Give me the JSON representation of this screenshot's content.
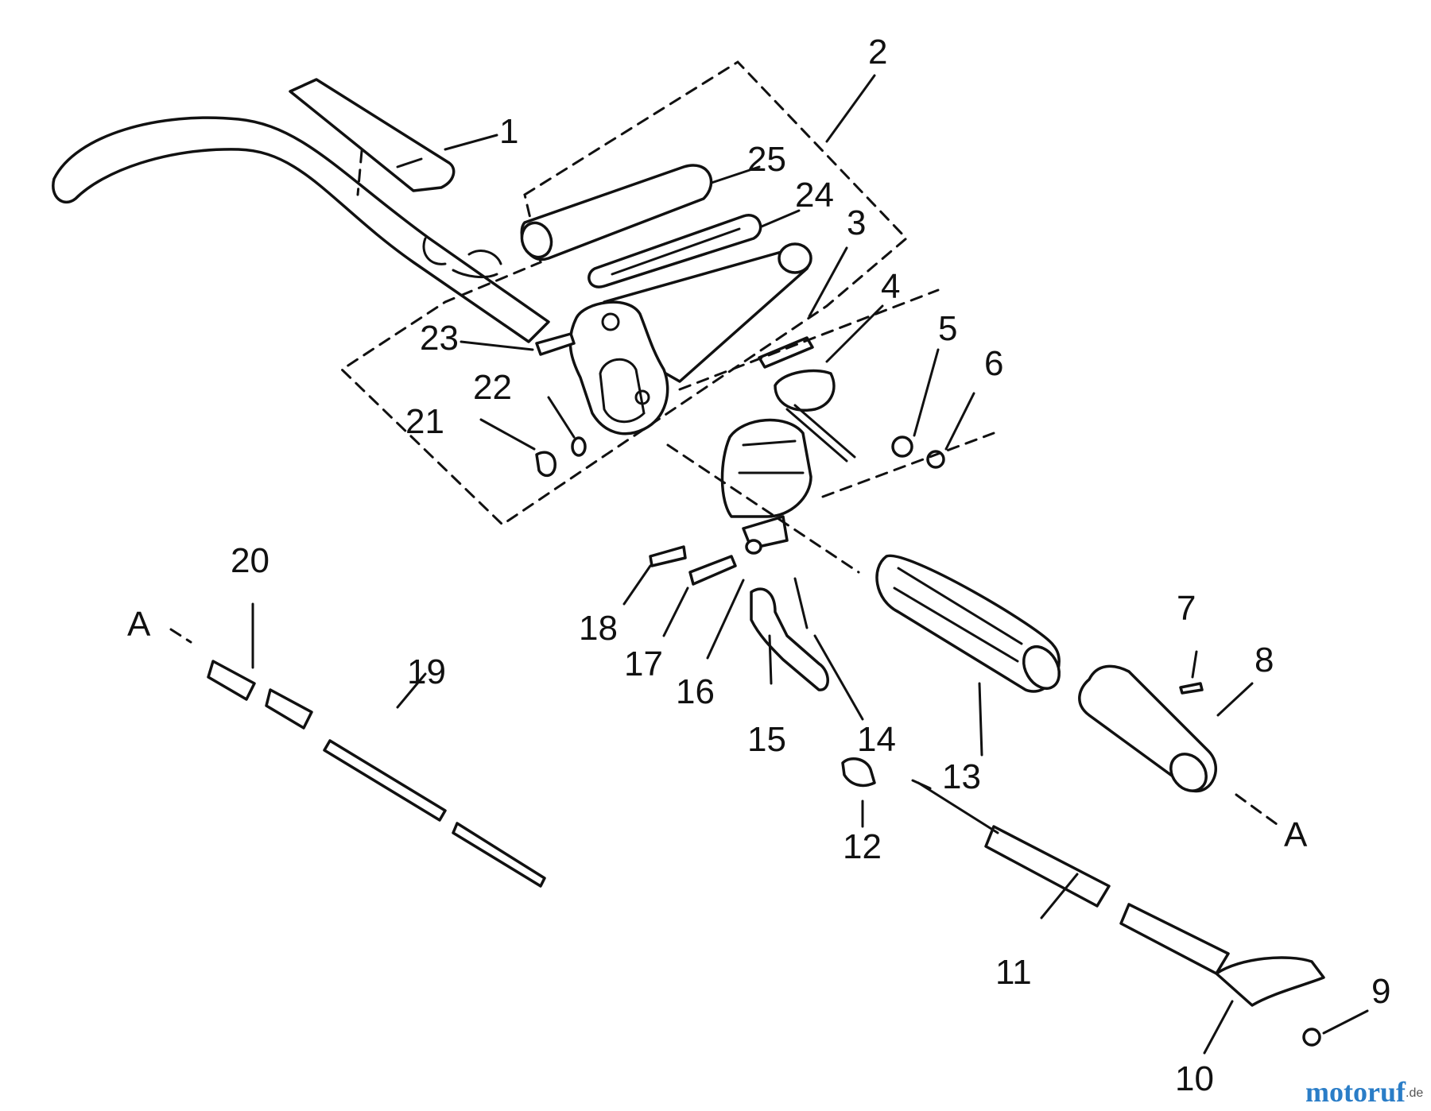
{
  "callouts": {
    "c1": "1",
    "c2": "2",
    "c3": "3",
    "c4": "4",
    "c5": "5",
    "c6": "6",
    "c7": "7",
    "c8": "8",
    "c9": "9",
    "c10": "10",
    "c11": "11",
    "c12": "12",
    "c13": "13",
    "c14": "14",
    "c15": "15",
    "c16": "16",
    "c17": "17",
    "c18": "18",
    "c19": "19",
    "c20": "20",
    "c21": "21",
    "c22": "22",
    "c23": "23",
    "c24": "24",
    "c25": "25"
  },
  "reference_marks": {
    "a_left": "A",
    "a_right": "A"
  },
  "watermark": {
    "text": "motoruf",
    "suffix": ".de"
  }
}
